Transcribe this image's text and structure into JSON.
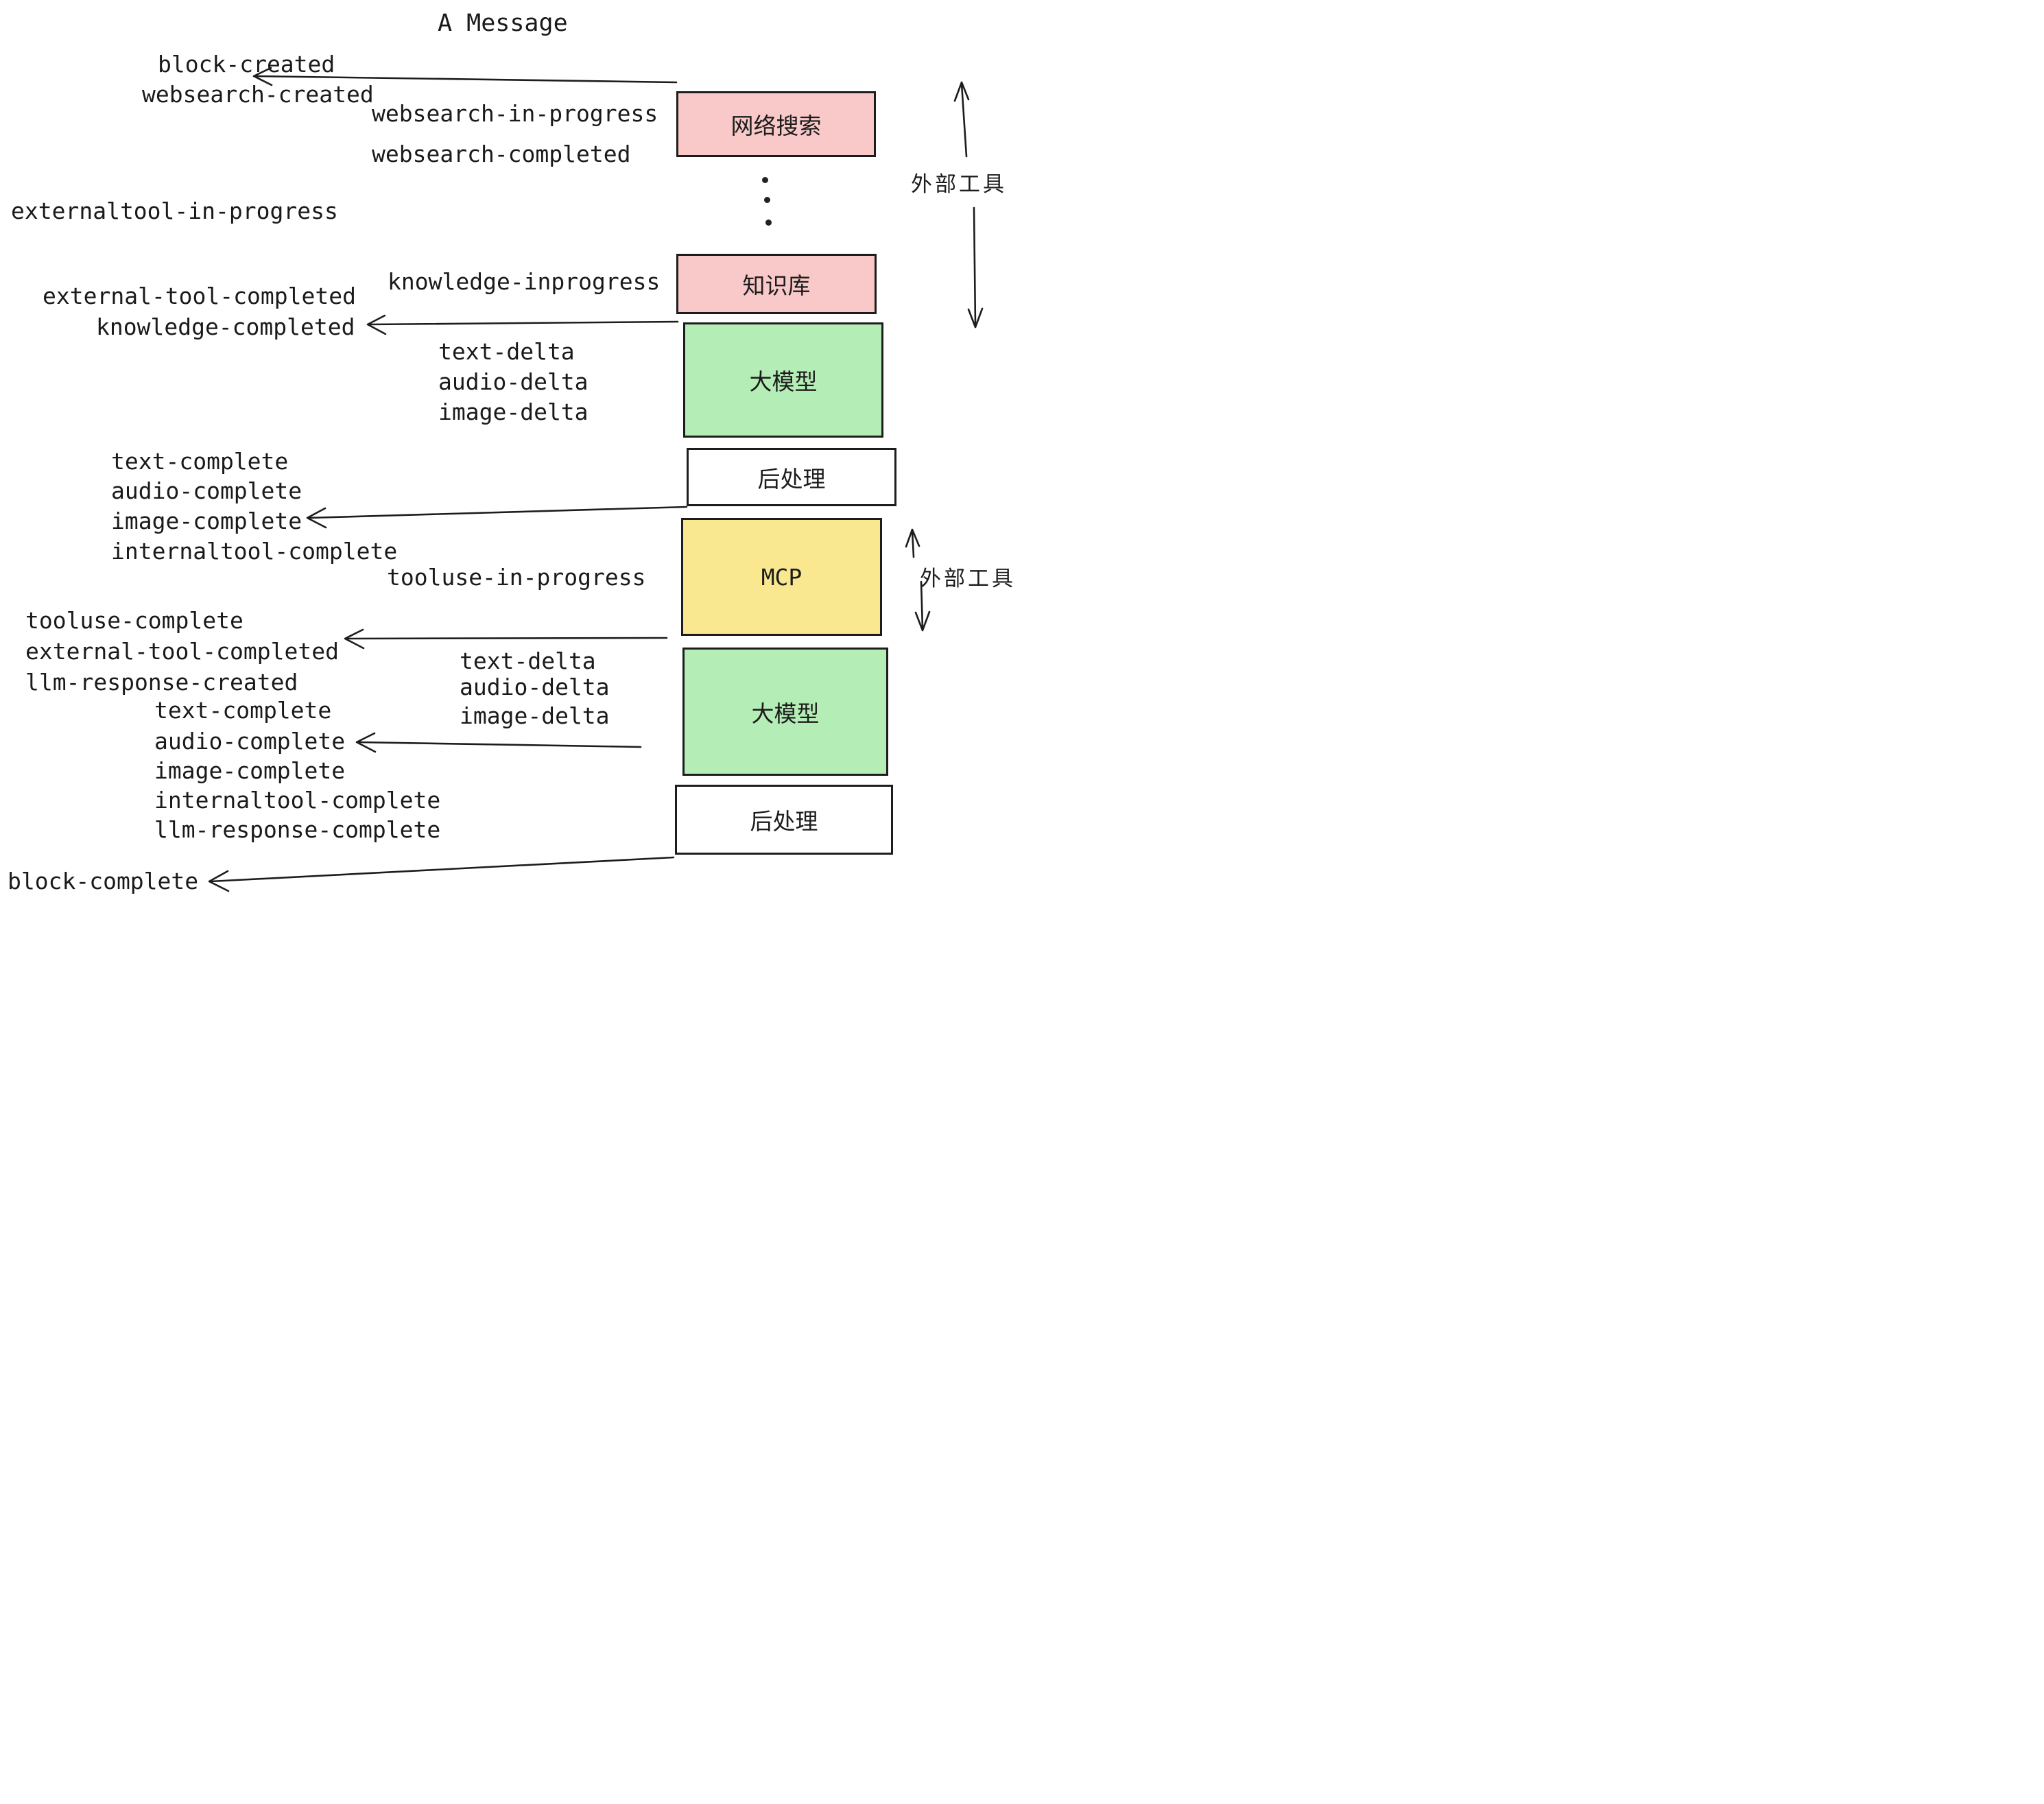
{
  "title": "A Message",
  "colors": {
    "pink": "#f9c8c8",
    "green": "#b5edb6",
    "yellow": "#f9e88f",
    "white": "#ffffff",
    "line": "#1d1d1d",
    "text": "#1a1a1a"
  },
  "boxes": {
    "websearch": {
      "label": "网络搜索",
      "color_key": "pink"
    },
    "knowledge": {
      "label": "知识库",
      "color_key": "pink"
    },
    "llm_top": {
      "label": "大模型",
      "color_key": "green"
    },
    "postprocess_top": {
      "label": "后处理",
      "color_key": "white"
    },
    "mcp": {
      "label": "MCP",
      "color_key": "yellow"
    },
    "llm_bottom": {
      "label": "大模型",
      "color_key": "green"
    },
    "postprocess_bottom": {
      "label": "后处理",
      "color_key": "white"
    }
  },
  "annotations": {
    "external_tools_top": "外部工具",
    "external_tools_mid": "外部工具"
  },
  "events": {
    "block_created": "block-created",
    "websearch_created": "websearch-created",
    "websearch_in_progress": "websearch-in-progress",
    "websearch_completed": "websearch-completed",
    "externaltool_in_progress": "externaltool-in-progress",
    "knowledge_inprogress": "knowledge-inprogress",
    "external_tool_completed": "external-tool-completed",
    "knowledge_completed": "knowledge-completed",
    "text_delta_1": "text-delta",
    "audio_delta_1": "audio-delta",
    "image_delta_1": "image-delta",
    "text_complete_1": "text-complete",
    "audio_complete_1": "audio-complete",
    "image_complete_1": "image-complete",
    "internaltool_complete_1": "internaltool-complete",
    "tooluse_in_progress": "tooluse-in-progress",
    "tooluse_complete": "tooluse-complete",
    "external_tool_completed_2": "external-tool-completed",
    "llm_response_created": "llm-response-created",
    "text_complete_2": "text-complete",
    "audio_complete_2": "audio-complete",
    "image_complete_2": "image-complete",
    "internaltool_complete_2": "internaltool-complete",
    "llm_response_complete": "llm-response-complete",
    "text_delta_2": "text-delta",
    "audio_delta_2": "audio-delta",
    "image_delta_2": "image-delta",
    "block_complete": "block-complete"
  }
}
